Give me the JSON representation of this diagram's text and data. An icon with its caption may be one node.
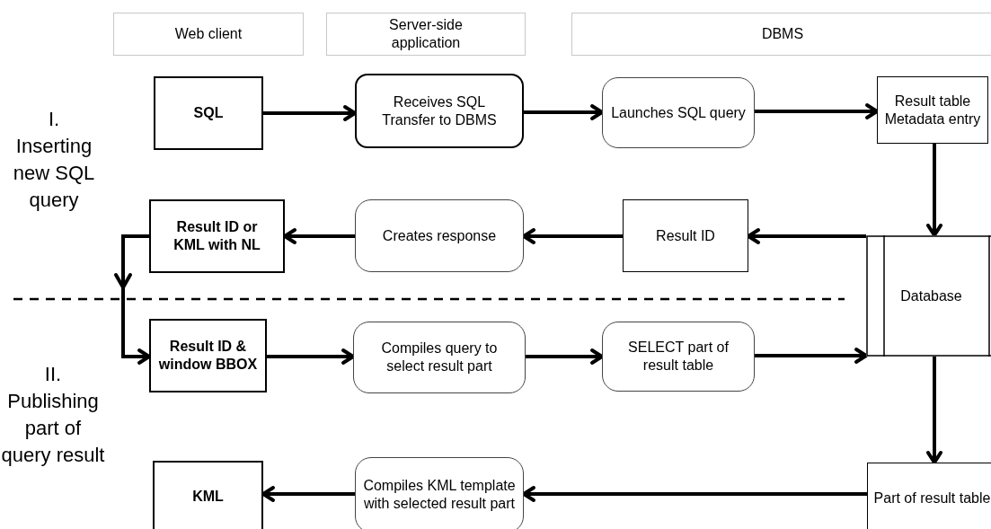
{
  "diagram": {
    "nodes": [
      {
        "text": [
          "Web client"
        ]
      },
      {
        "text": [
          "Server-side application"
        ]
      },
      {
        "text": [
          "DBMS"
        ]
      },
      {
        "text": [
          "SQL"
        ]
      },
      {
        "text": [
          "Receives SQL Transfer to DBMS"
        ]
      },
      {
        "text": [
          "Launches SQL query"
        ]
      },
      {
        "text": [
          "Result table Metadata entry"
        ]
      },
      {
        "text": [
          "Result ID or KML with NL"
        ]
      },
      {
        "text": [
          "Creates response"
        ]
      },
      {
        "text": [
          "Result ID"
        ]
      },
      {
        "text": [
          "Database"
        ]
      },
      {
        "text": [
          "Result ID & window BBOX"
        ]
      },
      {
        "text": [
          "Compiles query to select result part"
        ]
      },
      {
        "text": [
          "SELECT part of result table"
        ]
      },
      {
        "text": [
          "Part of result table"
        ]
      },
      {
        "text": [
          "KML"
        ]
      },
      {
        "text": [
          "Compiles KML template with selected result part"
        ]
      }
    ],
    "edges": [
      {
        "from": 3,
        "to": 4,
        "arrow": "to"
      },
      {
        "from": 4,
        "to": 5,
        "arrow": "to"
      },
      {
        "from": 5,
        "to": 6,
        "arrow": "to"
      },
      {
        "from": 6,
        "to": 10,
        "arrow": "to"
      },
      {
        "from": 10,
        "to": 9,
        "arrow": "to"
      },
      {
        "from": 9,
        "to": 8,
        "arrow": "to"
      },
      {
        "from": 8,
        "to": 7,
        "arrow": "to"
      },
      {
        "from": 7,
        "to": 11,
        "arrow": "to"
      },
      {
        "from": 11,
        "to": 12,
        "arrow": "to"
      },
      {
        "from": 12,
        "to": 13,
        "arrow": "to"
      },
      {
        "from": 13,
        "to": 10,
        "arrow": "to"
      },
      {
        "from": 10,
        "to": 14,
        "arrow": "to"
      },
      {
        "from": 14,
        "to": 16,
        "arrow": "to"
      },
      {
        "from": 16,
        "to": 15,
        "arrow": "to"
      }
    ],
    "labels": [
      "I. Inserting new SQL query",
      "II. Publishing part of query result"
    ]
  }
}
